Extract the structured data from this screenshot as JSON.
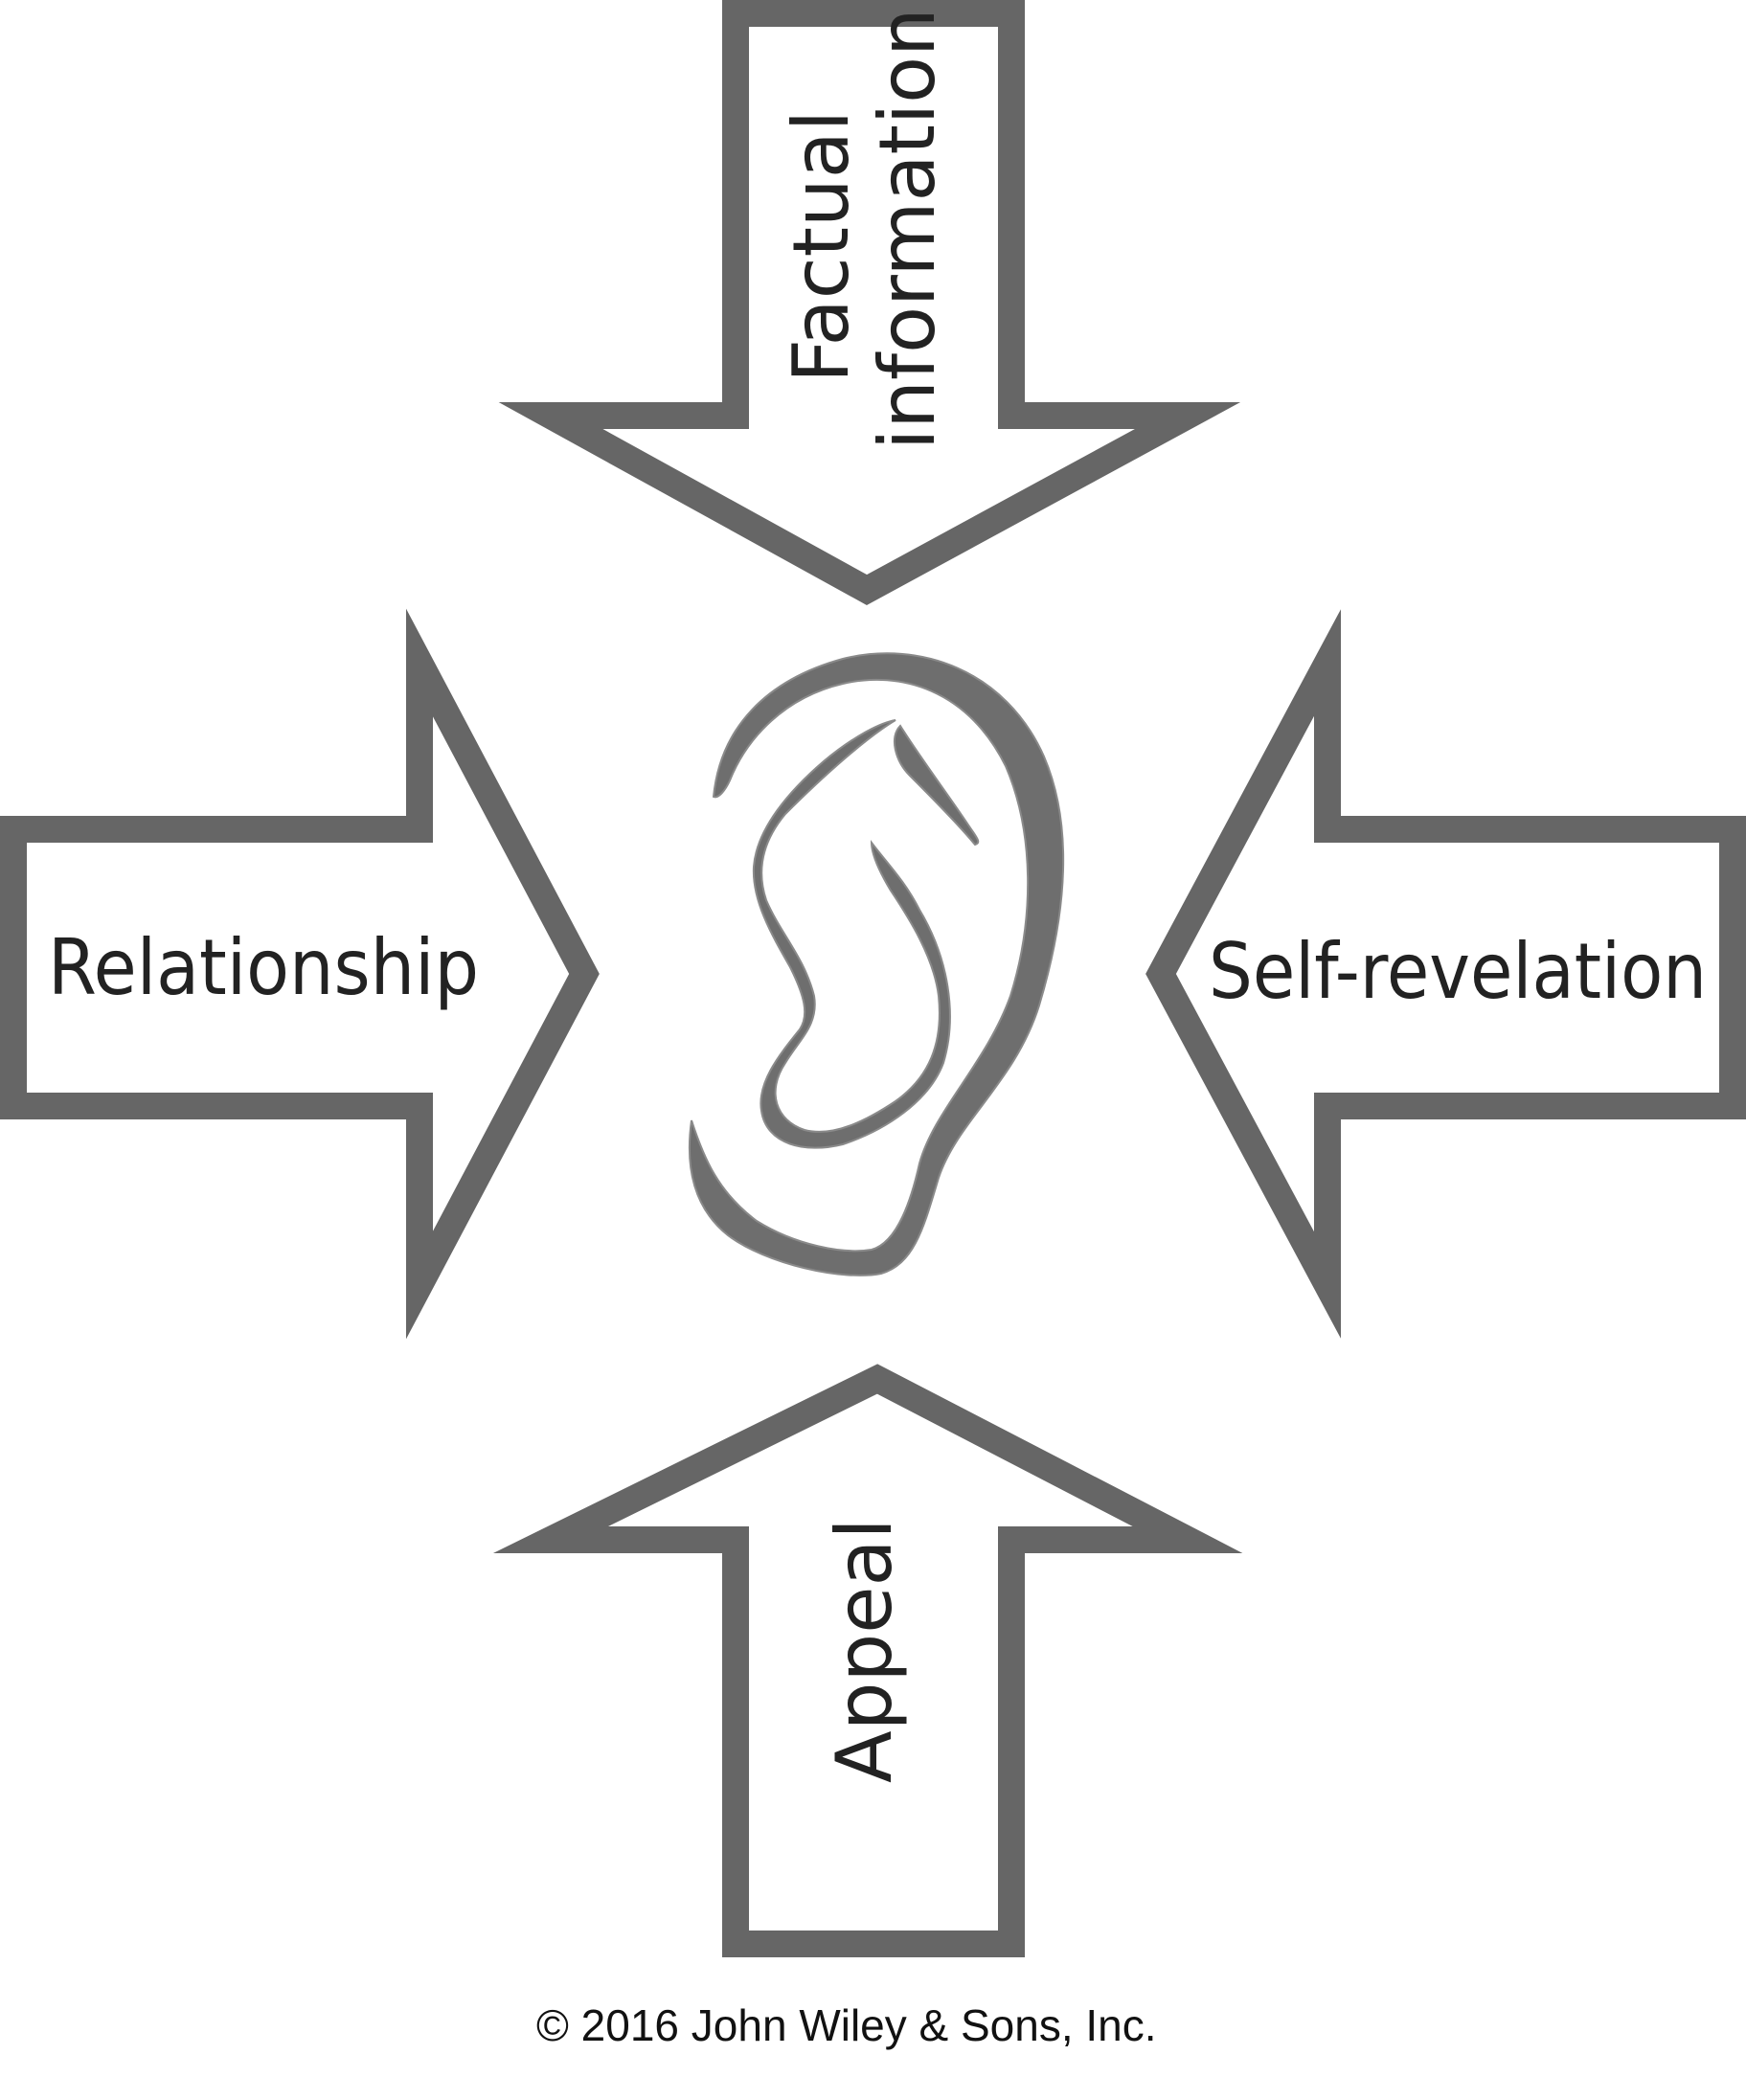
{
  "diagram": {
    "labels": {
      "top_line1": "Factual",
      "top_line2": "information",
      "left": "Relationship",
      "right": "Self-revelation",
      "bottom": "Appeal"
    },
    "credit": "© 2016 John Wiley & Sons, Inc.",
    "colors": {
      "arrow_stroke": "#666666",
      "ear": "#6e6e6e",
      "text": "#222222",
      "background": "#ffffff"
    },
    "icons": {
      "center": "ear-icon"
    }
  }
}
